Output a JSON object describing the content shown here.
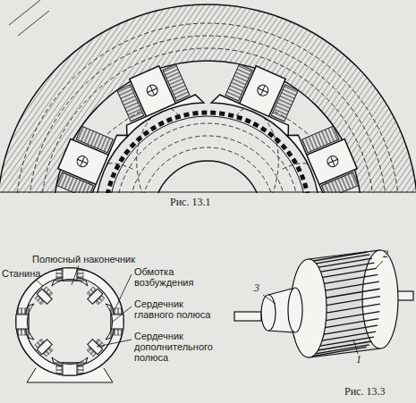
{
  "diagram": {
    "labels": [
      "Рис. 13.1",
      "Полюсный наконечник",
      "Станина",
      "Обмотка возбуждения",
      "Сердечник главного полюса",
      "Сердечник дополнительного полюса",
      "3",
      "2",
      "1",
      "Рис. 13.3"
    ]
  }
}
